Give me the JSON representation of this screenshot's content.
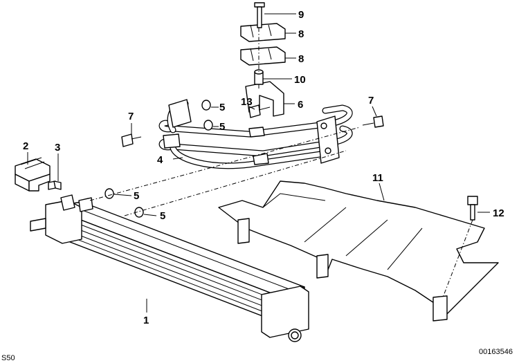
{
  "diagram": {
    "callouts": {
      "c1": "1",
      "c2": "2",
      "c3": "3",
      "c4": "4",
      "c5a": "5",
      "c5b": "5",
      "c5c": "5",
      "c5d": "5",
      "c6": "6",
      "c7a": "7",
      "c7b": "7",
      "c8a": "8",
      "c8b": "8",
      "c9": "9",
      "c10": "10",
      "c11": "11",
      "c12": "12",
      "c13": "13"
    },
    "corner_left": "S50",
    "corner_right": "00163546"
  }
}
